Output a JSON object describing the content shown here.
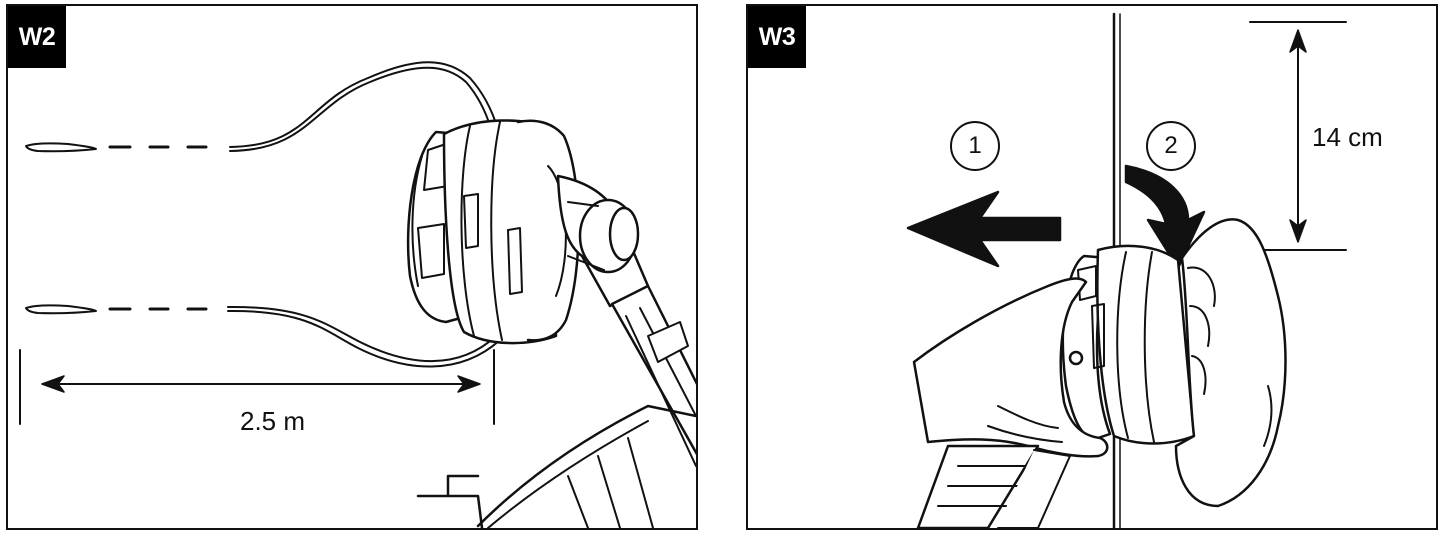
{
  "panels": [
    {
      "tag": "W2",
      "measure_label": "2.5 m",
      "icons": [
        "trimmer-head-icon",
        "trimmer-line-icon",
        "dimension-arrow-icon"
      ]
    },
    {
      "tag": "W3",
      "measure_label": "14 cm",
      "steps": [
        "1",
        "2"
      ],
      "icons": [
        "hand-icon",
        "pull-arrow-icon",
        "push-curved-arrow-icon",
        "dimension-arrow-icon"
      ]
    }
  ],
  "colors": {
    "ink": "#111111",
    "paper": "#ffffff",
    "tag_bg": "#000000",
    "tag_text": "#ffffff"
  }
}
